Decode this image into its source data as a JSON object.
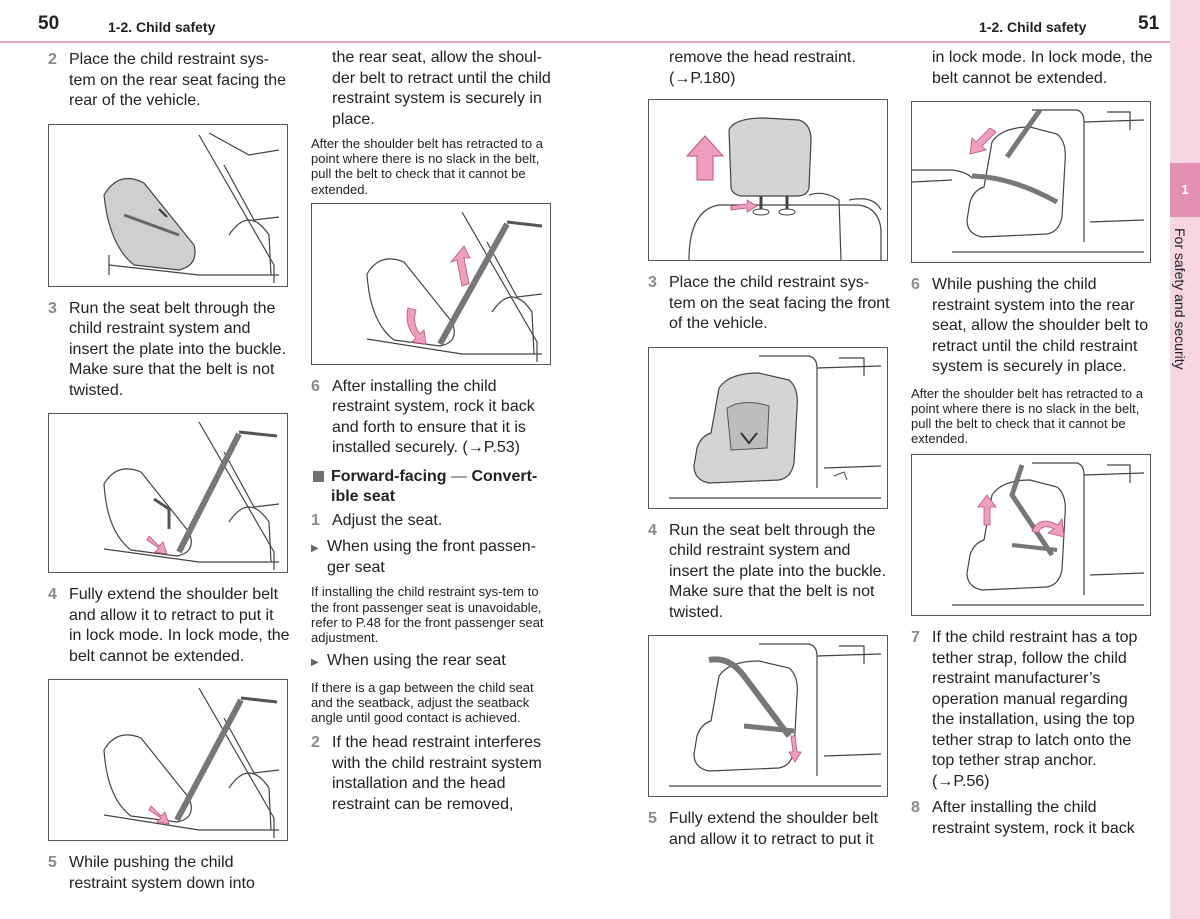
{
  "header": {
    "left_page": "50",
    "left_section": "1-2. Child safety",
    "right_section": "1-2. Child safety",
    "right_page": "51"
  },
  "side_tab": {
    "number": "1",
    "label": "For safety and security"
  },
  "colors": {
    "accent": "#e8a7c2",
    "tab": "#e58fb3",
    "side_band": "#f7d5e2",
    "arrow": "#f09ec0"
  },
  "col1": {
    "s2_num": "2",
    "s2_text": "Place the child restraint sys-tem on the rear seat facing the rear of the vehicle.",
    "s3_num": "3",
    "s3_text": "Run the seat belt through the child restraint system and insert the plate into the buckle. Make sure that the belt is not twisted.",
    "s4_num": "4",
    "s4_text": "Fully extend the shoulder belt and allow it to retract to put it in lock mode. In lock mode, the belt cannot be extended.",
    "s5_num": "5",
    "s5_text": "While pushing the child restraint system down into"
  },
  "col2": {
    "cont_text": "the rear seat, allow the shoul-der belt to retract until the child restraint system is securely in place.",
    "note1": "After the shoulder belt has retracted to a point where there is no slack in the belt, pull the belt to check that it cannot be extended.",
    "s6_num": "6",
    "s6_text": "After installing the child restraint system, rock it back and forth to ensure that it is installed securely. (→P.53)",
    "heading_a": "Forward-facing",
    "heading_dash": " — ",
    "heading_b": "Convert-ible seat",
    "s1_num": "1",
    "s1_text": "Adjust the seat.",
    "bullet1": "When using the front passen-ger seat",
    "note2": "If installing the child restraint sys-tem to the front passenger seat is unavoidable, refer to P.48  for the front passenger seat adjustment.",
    "bullet2": "When using the rear seat",
    "note3": "If there is a gap between the child seat and the seatback, adjust the seatback angle until good contact is achieved.",
    "s2_num": "2",
    "s2_text": "If the head restraint interferes with the child restraint system installation and the head restraint can be removed,"
  },
  "col3": {
    "cont_text": "remove the head restraint. (→P.180)",
    "s3_num": "3",
    "s3_text": "Place the child restraint sys-tem on the seat facing the front of the vehicle.",
    "s4_num": "4",
    "s4_text": "Run the seat belt through the child restraint system and insert the plate into the buckle. Make sure that the belt is not twisted.",
    "s5_num": "5",
    "s5_text": "Fully extend the shoulder belt and allow it to retract to put it"
  },
  "col4": {
    "cont_text": "in lock mode. In lock mode, the belt cannot be extended.",
    "s6_num": "6",
    "s6_text": "While pushing the child restraint system into the rear seat, allow the shoulder belt to retract until the child restraint system is securely in place.",
    "note1": "After the shoulder belt has retracted to a point where there is no slack in the belt, pull the belt to check that it cannot be extended.",
    "s7_num": "7",
    "s7_text": "If the child restraint has a top tether strap, follow the child restraint manufacturer’s operation manual regarding the installation, using the top tether strap to latch onto the top tether strap anchor. (→P.56)",
    "s8_num": "8",
    "s8_text": "After installing the child restraint system, rock it back"
  }
}
